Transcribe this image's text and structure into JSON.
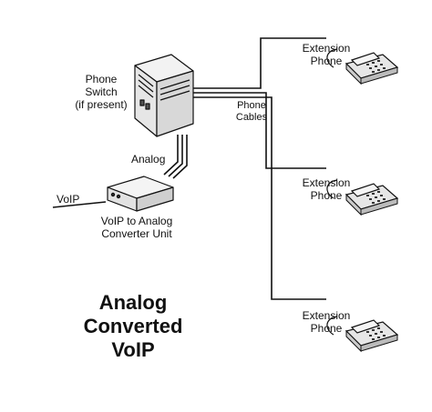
{
  "diagram": {
    "title_lines": [
      "Analog",
      "Converted",
      "VoIP"
    ],
    "switch_label_lines": [
      "Phone",
      "Switch",
      "(if present)"
    ],
    "cables_label_lines": [
      "Phone",
      "Cables"
    ],
    "analog_label": "Analog",
    "voip_label": "VoIP",
    "converter_label_lines": [
      "VoIP to Analog",
      "Converter Unit"
    ],
    "phones": [
      {
        "label_lines": [
          "Extension",
          "Phone"
        ]
      },
      {
        "label_lines": [
          "Extension",
          "Phone"
        ]
      },
      {
        "label_lines": [
          "Extension",
          "Phone"
        ]
      }
    ]
  }
}
